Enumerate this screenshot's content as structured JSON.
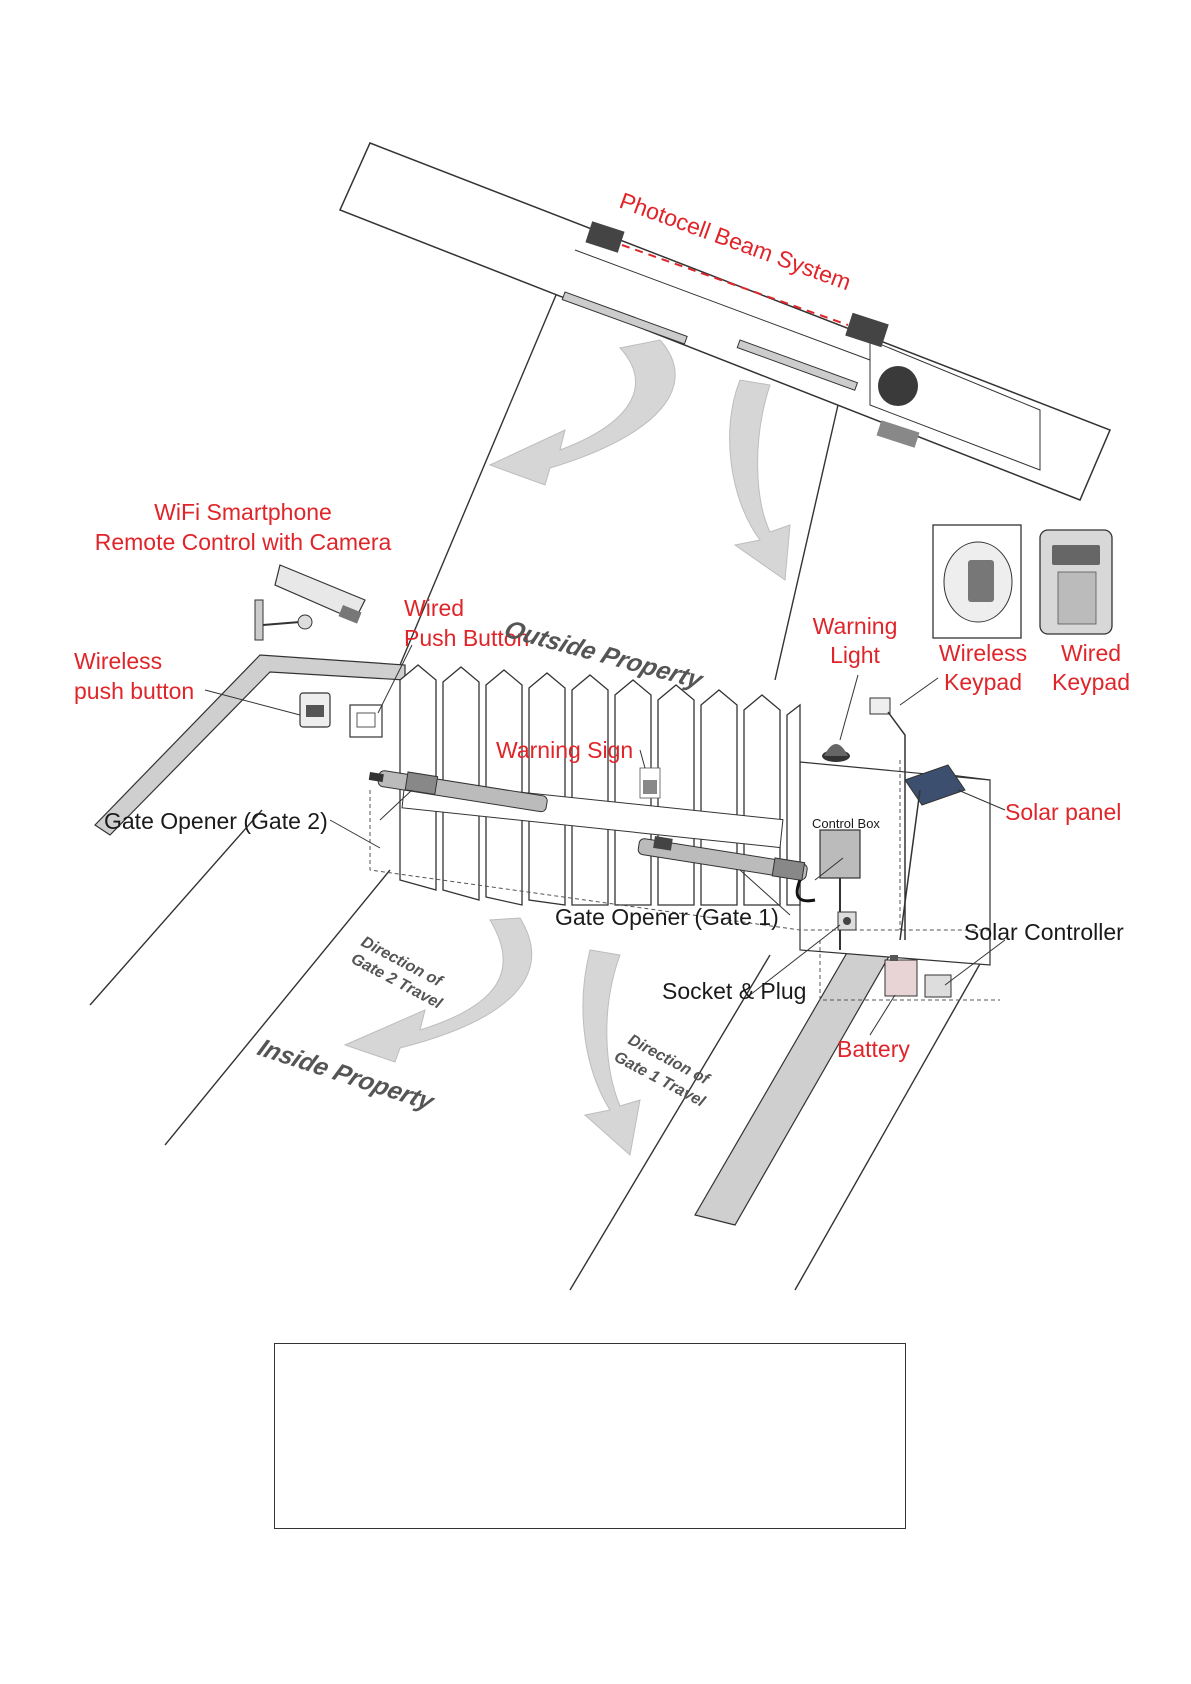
{
  "labels": {
    "photocell": "Photocell Beam System",
    "wifi_line1": "WiFi Smartphone",
    "wifi_line2": "Remote Control with Camera",
    "wired_push_line1": "Wired",
    "wired_push_line2": "Push Button",
    "wireless_push_line1": "Wireless",
    "wireless_push_line2": "push button",
    "warning_light_line1": "Warning",
    "warning_light_line2": "Light",
    "wireless_keypad_line1": "Wireless",
    "wireless_keypad_line2": "Keypad",
    "wired_keypad_line1": "Wired",
    "wired_keypad_line2": "Keypad",
    "warning_sign": "Warning Sign",
    "solar_panel": "Solar panel",
    "gate_opener_2": "Gate Opener (Gate 2)",
    "gate_opener_1": "Gate Opener (Gate 1)",
    "control_box": "Control Box",
    "solar_controller": "Solar Controller",
    "socket_plug": "Socket & Plug",
    "battery": "Battery",
    "outside_property": "Outside Property",
    "inside_property": "Inside Property",
    "gate2_travel_line1": "Direction of",
    "gate2_travel_line2": "Gate 2 Travel",
    "gate1_travel_line1": "Direction of",
    "gate1_travel_line2": "Gate 1 Travel"
  },
  "colors": {
    "label_red": "#e0252a",
    "label_black": "#1a1a1a",
    "arrow_fill": "#d6d6d6",
    "line": "#333333"
  }
}
